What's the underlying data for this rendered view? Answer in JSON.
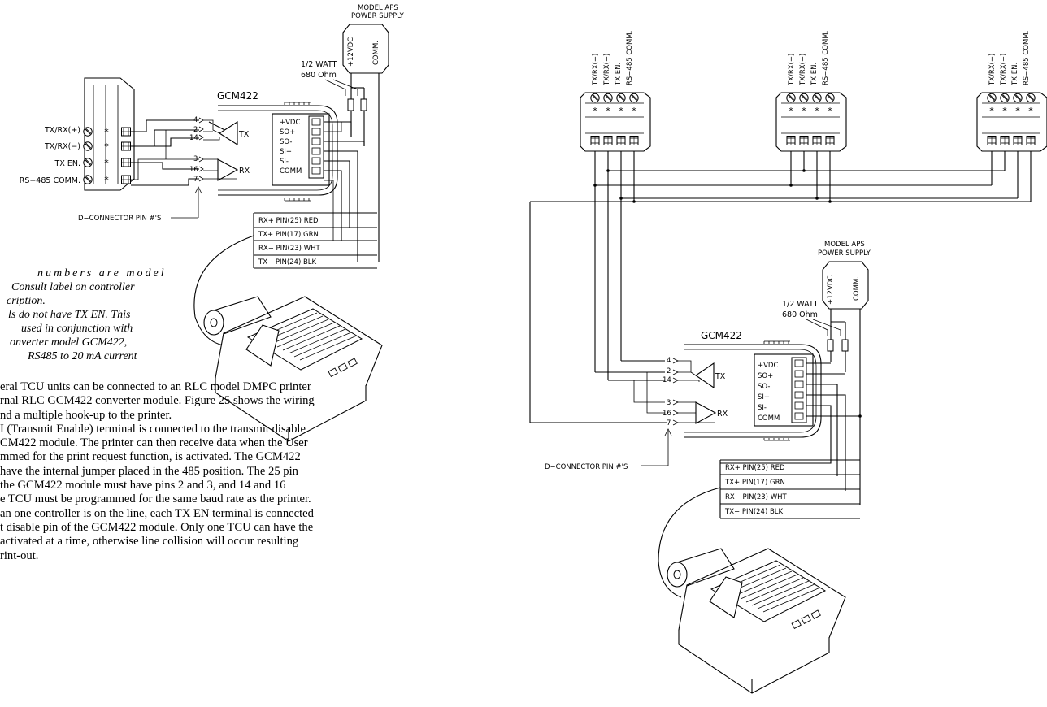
{
  "notes": [
    "numbers are model",
    "Consult label on controller",
    "cription.",
    "ls do not have TX EN. This",
    "used in conjunction with",
    "onverter model GCM422,",
    "RS485 to 20 mA current"
  ],
  "body": [
    "eral TCU units can be connected to an RLC model DMPC printer",
    "rnal RLC GCM422 converter module. Figure 25 shows the wiring",
    "nd a multiple hook-up to the printer.",
    "I (Transmit Enable) terminal is connected to the transmit disable",
    "CM422 module. The printer can then receive data when the User",
    "mmed for the print request function, is activated. The GCM422",
    "have the internal jumper placed in the 485 position. The 25 pin",
    "the GCM422 module must have pins 2 and 3, and 14 and 16",
    "e TCU must be programmed for the same baud rate as the printer.",
    "an one controller is on the line, each TX EN terminal is connected",
    "t disable pin of the GCM422 module. Only one TCU can have the",
    " activated at a time, otherwise line collision will occur resulting",
    "rint-out."
  ],
  "psu": {
    "title_line1": "MODEL APS",
    "title_line2": "POWER SUPPLY",
    "v12": "+12VDC",
    "comm": "COMM."
  },
  "resistor": {
    "watt": "1/2 WATT",
    "ohm": "680 Ohm"
  },
  "converter": {
    "name": "GCM422",
    "tx": "TX",
    "rx": "RX",
    "right_terms": [
      "+VDC",
      "SO+",
      "SO-",
      "SI+",
      "SI-",
      "COMM"
    ],
    "pins_tx": [
      "4",
      "2",
      "14"
    ],
    "pins_rx": [
      "3",
      "16",
      "7"
    ]
  },
  "terminals": [
    "TX/RX(+)",
    "TX/RX(−)",
    "TX EN.",
    "RS−485 COMM."
  ],
  "terminals_vertical": [
    "TX/RX(+)",
    "TX/RX(−)",
    "TX EN.",
    "RS−485 COMM."
  ],
  "dconn": "D−CONNECTOR PIN #'S",
  "printer_wires": [
    "RX+ PIN(25) RED",
    "TX+ PIN(17) GRN",
    "RX− PIN(23) WHT",
    "TX− PIN(24) BLK"
  ]
}
